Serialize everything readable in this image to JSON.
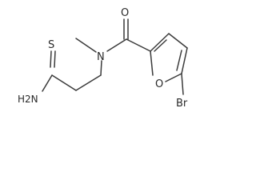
{
  "molecule": {
    "atoms": {
      "sulfur": "S",
      "amine": "H2N",
      "nitrogen": "N",
      "oxygen_carbonyl": "O",
      "oxygen_ring": "O",
      "bromine": "Br"
    }
  },
  "colors": {
    "background": "#ffffff",
    "bond": "#3a3a3a",
    "text": "#2a2a2a"
  }
}
